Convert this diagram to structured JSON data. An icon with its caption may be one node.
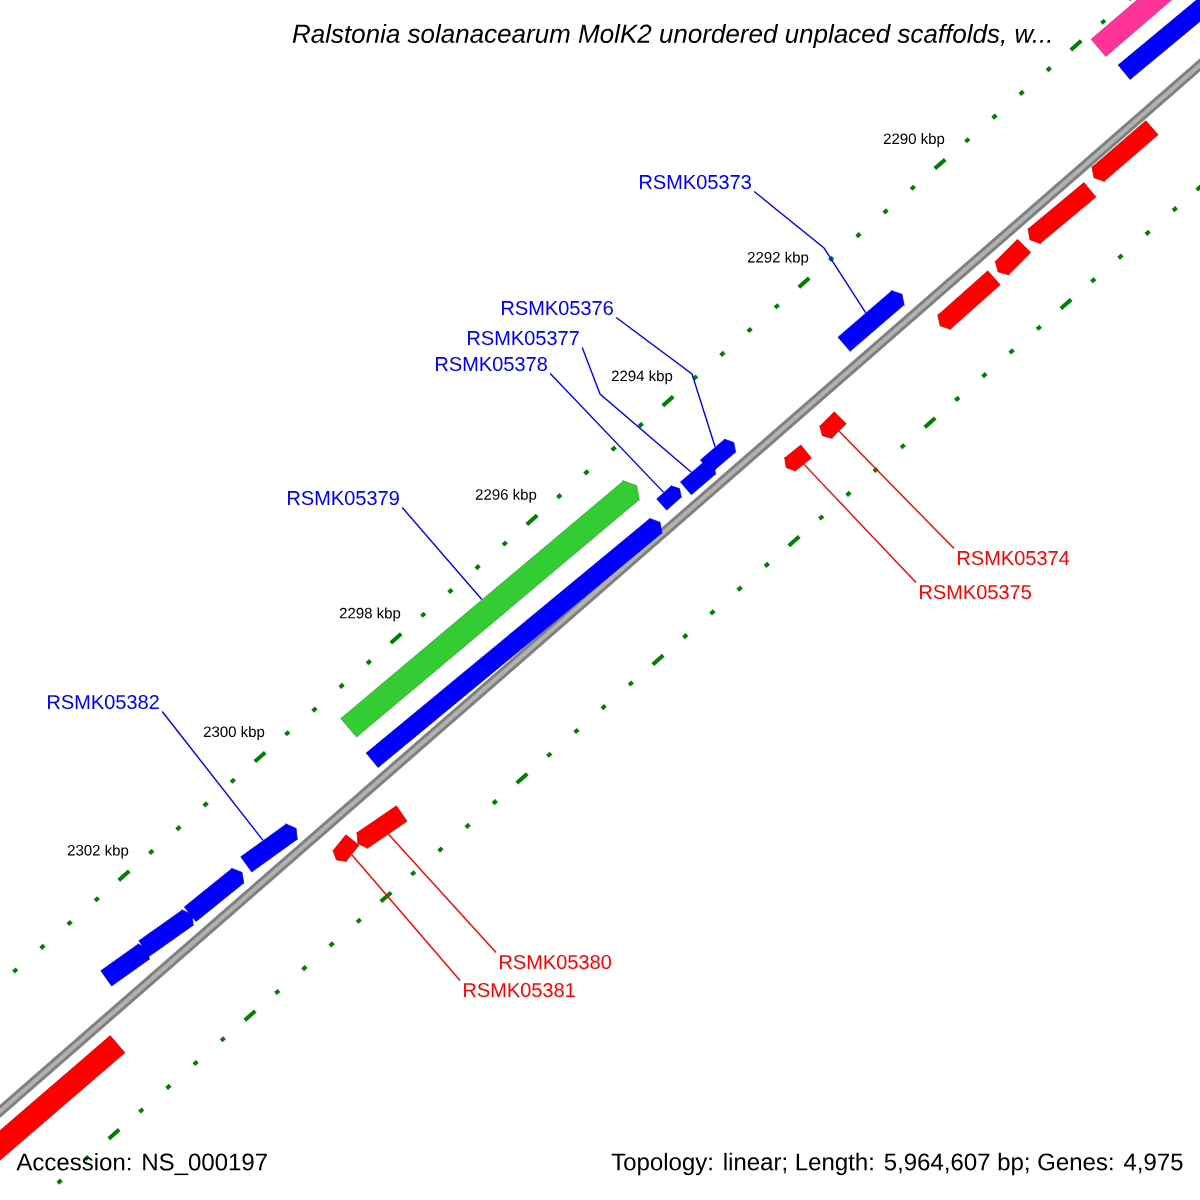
{
  "diagram": {
    "title": "Ralstonia solanacearum MolK2 unordered unplaced scaffolds, w...",
    "nodes": [
      {
        "text": [
          "RSMK05373"
        ]
      },
      {
        "text": [
          "RSMK05376"
        ]
      },
      {
        "text": [
          "RSMK05377"
        ]
      },
      {
        "text": [
          "RSMK05378"
        ]
      },
      {
        "text": [
          "RSMK05379"
        ]
      },
      {
        "text": [
          "RSMK05374"
        ]
      },
      {
        "text": [
          "RSMK05375"
        ]
      },
      {
        "text": [
          "RSMK05382"
        ]
      },
      {
        "text": [
          "RSMK05380"
        ]
      },
      {
        "text": [
          "RSMK05381"
        ]
      },
      {
        "text": [],
        "shape": "arrow"
      },
      {
        "text": [],
        "shape": "arrow"
      },
      {
        "text": [],
        "shape": "arrow"
      },
      {
        "text": [],
        "shape": "arrow"
      },
      {
        "text": [],
        "shape": "arrow"
      },
      {
        "text": [],
        "shape": "arrow"
      },
      {
        "text": [],
        "shape": "arrow"
      },
      {
        "text": [],
        "shape": "arrow"
      },
      {
        "text": [],
        "shape": "arrow"
      },
      {
        "text": [],
        "shape": "arrow"
      },
      {
        "text": [],
        "shape": "arrow"
      },
      {
        "text": [],
        "shape": "arrow"
      },
      {
        "text": [],
        "shape": "arrow"
      },
      {
        "text": [],
        "shape": "arrow"
      },
      {
        "text": [],
        "shape": "arrow"
      },
      {
        "text": [],
        "shape": "arrow"
      },
      {
        "text": [],
        "shape": "arrow"
      },
      {
        "text": [],
        "shape": "arrow"
      },
      {
        "text": [],
        "shape": "arrow"
      },
      {
        "text": [],
        "shape": "arrow"
      },
      {
        "text": [],
        "shape": "arrow"
      }
    ],
    "edges": [
      {
        "from": 0,
        "to": 10,
        "arrow": "none"
      },
      {
        "from": 1,
        "to": 11,
        "arrow": "none"
      },
      {
        "from": 2,
        "to": 12,
        "arrow": "none"
      },
      {
        "from": 3,
        "to": 13,
        "arrow": "none"
      },
      {
        "from": 4,
        "to": 14,
        "arrow": "none"
      },
      {
        "from": 5,
        "to": 15,
        "arrow": "none",
        "color": "#ff0000"
      },
      {
        "from": 6,
        "to": 16,
        "arrow": "none",
        "color": "#ff0000"
      },
      {
        "from": 7,
        "to": 17,
        "arrow": "none"
      },
      {
        "from": 8,
        "to": 18,
        "arrow": "none",
        "color": "#ff0000"
      },
      {
        "from": 9,
        "to": 19,
        "arrow": "none",
        "color": "#ff0000"
      }
    ],
    "labels": [
      "2290 kbp",
      "2292 kbp",
      "2294 kbp",
      "2296 kbp",
      "2298 kbp",
      "2300 kbp",
      "2302 kbp",
      "Accession: NS_000197",
      "Topology: linear; Length: 5,964,607 bp; Genes: 4,975"
    ]
  }
}
